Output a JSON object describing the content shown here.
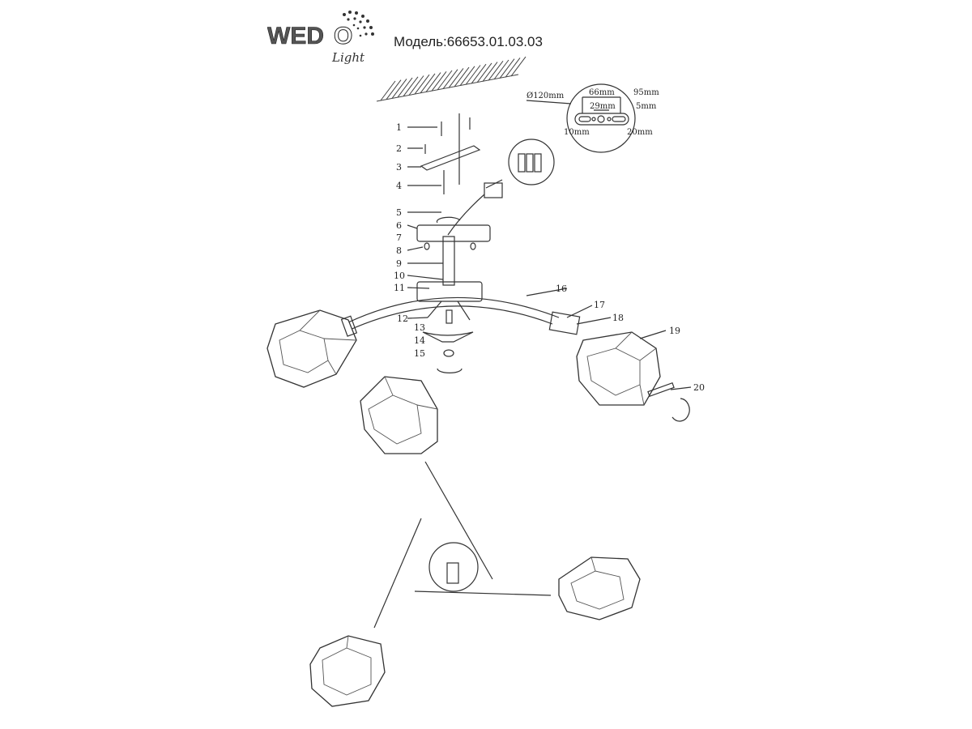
{
  "brand": {
    "logo_text": "WEDO",
    "logo_subtext": "Light"
  },
  "model_label": "Модель:66653.01.03.03",
  "dimensions": {
    "diameter": "Ø120mm",
    "d66": "66mm",
    "d95": "95mm",
    "d29": "29mm",
    "d5": "5mm",
    "d10": "10mm",
    "d20": "20mm"
  },
  "part_numbers": [
    "1",
    "2",
    "3",
    "4",
    "5",
    "6",
    "7",
    "8",
    "9",
    "10",
    "11",
    "12",
    "13",
    "14",
    "15",
    "16",
    "17",
    "18",
    "19",
    "20"
  ]
}
